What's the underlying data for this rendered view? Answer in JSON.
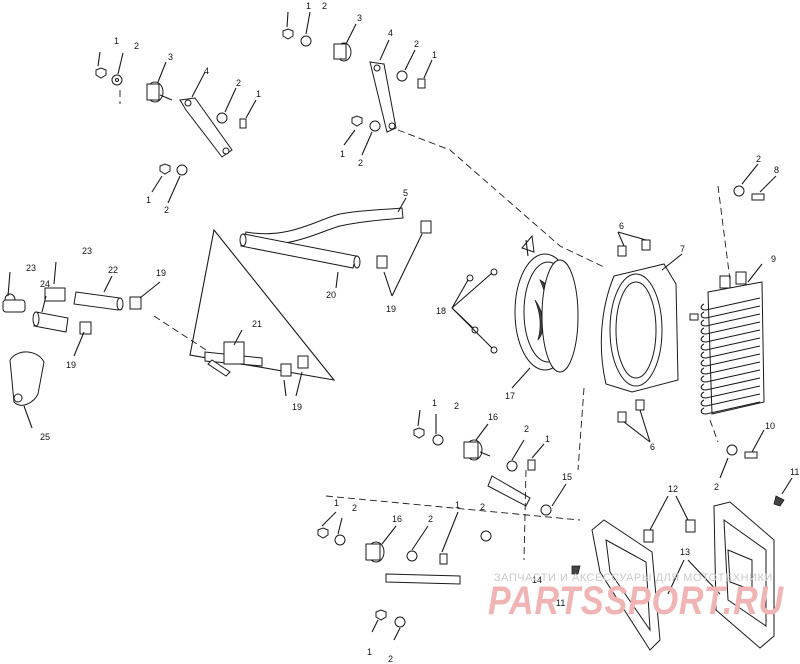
{
  "watermark": {
    "line1": "ЗАПЧАСТИ И АКСЕССУАРЫ ДЛЯ МОТОТЕХНИКИ",
    "logo": "PARTSSPORT.RU"
  },
  "callouts": {
    "c1": "1",
    "c2": "2",
    "c3": "3",
    "c4": "4",
    "c5": "5",
    "c6": "6",
    "c7": "7",
    "c8": "8",
    "c9": "9",
    "c10": "10",
    "c11": "11",
    "c12": "12",
    "c13": "13",
    "c14": "14",
    "c15": "15",
    "c16": "16",
    "c17": "17",
    "c18": "18",
    "c19": "19",
    "c20": "20",
    "c21": "21",
    "c22": "22",
    "c23": "23",
    "c24": "24",
    "c25": "25"
  }
}
